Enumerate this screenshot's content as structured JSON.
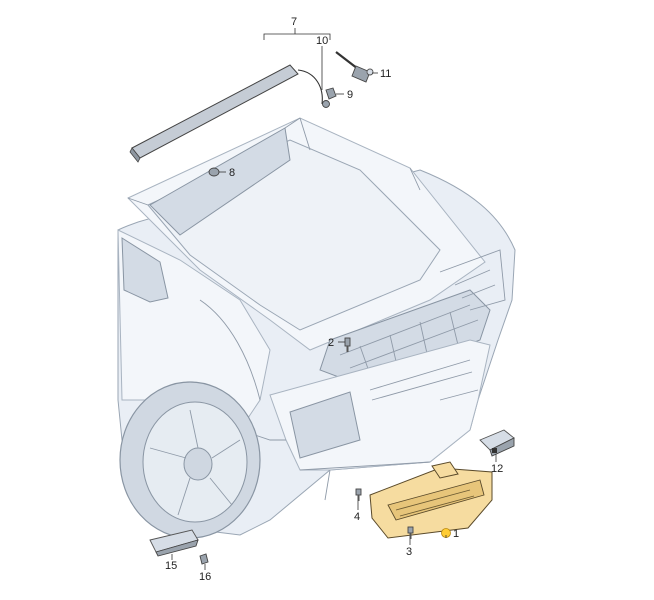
{
  "callouts": [
    {
      "id": "1",
      "label": "1",
      "highlighted": true
    },
    {
      "id": "2",
      "label": "2"
    },
    {
      "id": "3",
      "label": "3"
    },
    {
      "id": "4",
      "label": "4"
    },
    {
      "id": "7",
      "label": "7"
    },
    {
      "id": "8",
      "label": "8"
    },
    {
      "id": "9",
      "label": "9"
    },
    {
      "id": "10",
      "label": "10"
    },
    {
      "id": "11",
      "label": "11"
    },
    {
      "id": "12",
      "label": "12"
    },
    {
      "id": "15",
      "label": "15"
    },
    {
      "id": "16",
      "label": "16"
    }
  ],
  "colors": {
    "highlight_part": "#f6dca0",
    "highlight_dot": "#ffcc33",
    "car_body": "#e9eef5"
  }
}
